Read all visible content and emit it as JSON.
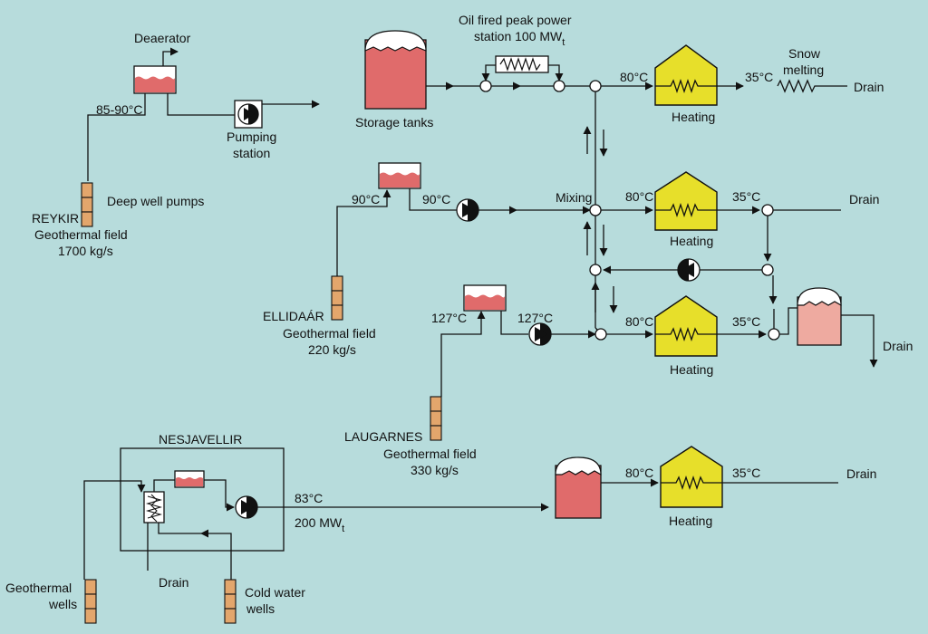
{
  "colors": {
    "background": "#b7dcdc",
    "tank_red": "#e06b6b",
    "tank_pink": "#eeaaa0",
    "heating_yellow": "#e7df2a",
    "well_orange": "#e3a66c",
    "snow": "#ffffff"
  },
  "labels": {
    "deaerator": "Deaerator",
    "reykir_temp": "85-90°C",
    "pumping_station_1": "Pumping",
    "pumping_station_2": "station",
    "storage_tanks": "Storage tanks",
    "peak_power_1": "Oil fired peak power",
    "peak_power_2": "station 100 MW",
    "peak_power_sub": "t",
    "deep_well_pumps": "Deep well pumps",
    "reykir": "REYKIR",
    "reykir_field": "Geothermal field",
    "reykir_flow": "1700 kg/s",
    "ellidaar_temp_in": "90°C",
    "ellidaar_temp_out": "90°C",
    "mixing": "Mixing",
    "ellidaar": "ELLIDAÁR",
    "ellidaar_field": "Geothermal field",
    "ellidaar_flow": "220 kg/s",
    "laugarnes_temp_in": "127°C",
    "laugarnes_temp_out": "127°C",
    "laugarnes": "LAUGARNES",
    "laugarnes_field": "Geothermal field",
    "laugarnes_flow": "330 kg/s",
    "nesjavellir": "NESJAVELLIR",
    "nesja_temp": "83°C",
    "nesja_power": "200 MW",
    "nesja_power_sub": "t",
    "geothermal_wells_1": "Geothermal",
    "geothermal_wells_2": "wells",
    "drain_nesja": "Drain",
    "cold_water_1": "Cold water",
    "cold_water_2": "wells",
    "row1_hot": "80°C",
    "row1_cold": "35°C",
    "snow_melting_1": "Snow",
    "snow_melting_2": "melting",
    "row1_drain": "Drain",
    "row2_hot": "80°C",
    "row2_cold": "35°C",
    "row2_drain": "Drain",
    "row3_hot": "80°C",
    "row3_cold": "35°C",
    "row3_drain": "Drain",
    "row4_hot": "80°C",
    "row4_cold": "35°C",
    "row4_drain": "Drain",
    "heating": "Heating"
  }
}
